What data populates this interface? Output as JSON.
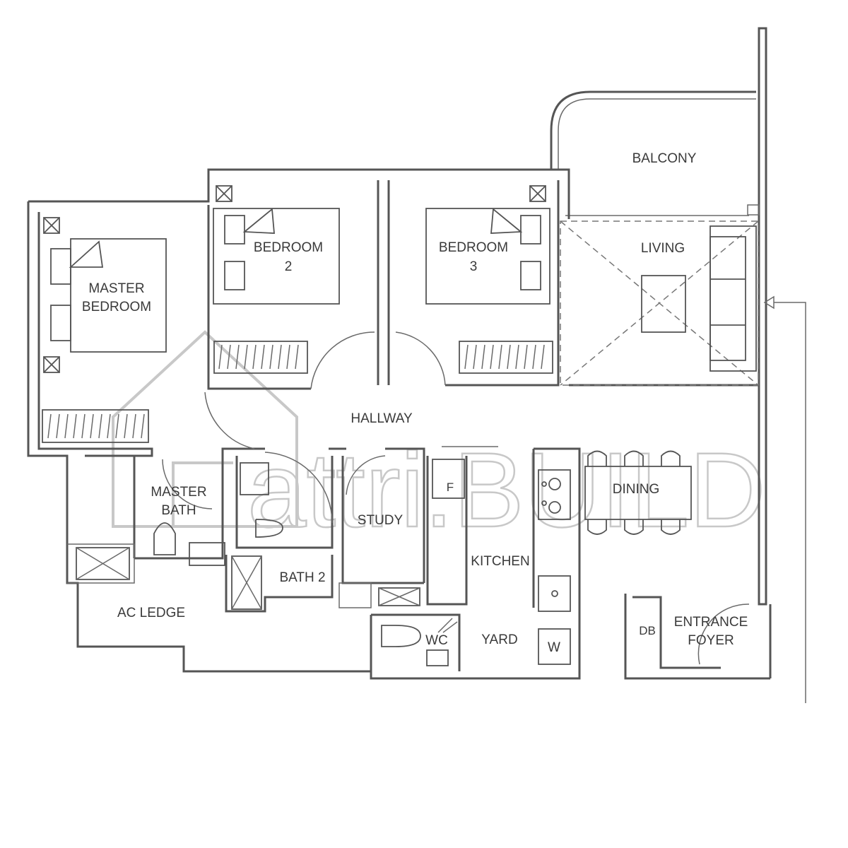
{
  "rooms": {
    "balcony": "BALCONY",
    "living": "LIVING",
    "bedroom2_l1": "BEDROOM",
    "bedroom2_l2": "2",
    "bedroom3_l1": "BEDROOM",
    "bedroom3_l2": "3",
    "master_l1": "MASTER",
    "master_l2": "BEDROOM",
    "hallway": "HALLWAY",
    "master_bath_l1": "MASTER",
    "master_bath_l2": "BATH",
    "study": "STUDY",
    "dining": "DINING",
    "kitchen": "KITCHEN",
    "bath2": "BATH 2",
    "ac_ledge": "AC LEDGE",
    "wc": "WC",
    "yard": "YARD",
    "entrance_l1": "ENTRANCE",
    "entrance_l2": "FOYER"
  },
  "fixtures": {
    "fridge": "F",
    "washer": "W",
    "distribution_board": "DB"
  },
  "watermark": {
    "text": "attri.BUILD"
  }
}
